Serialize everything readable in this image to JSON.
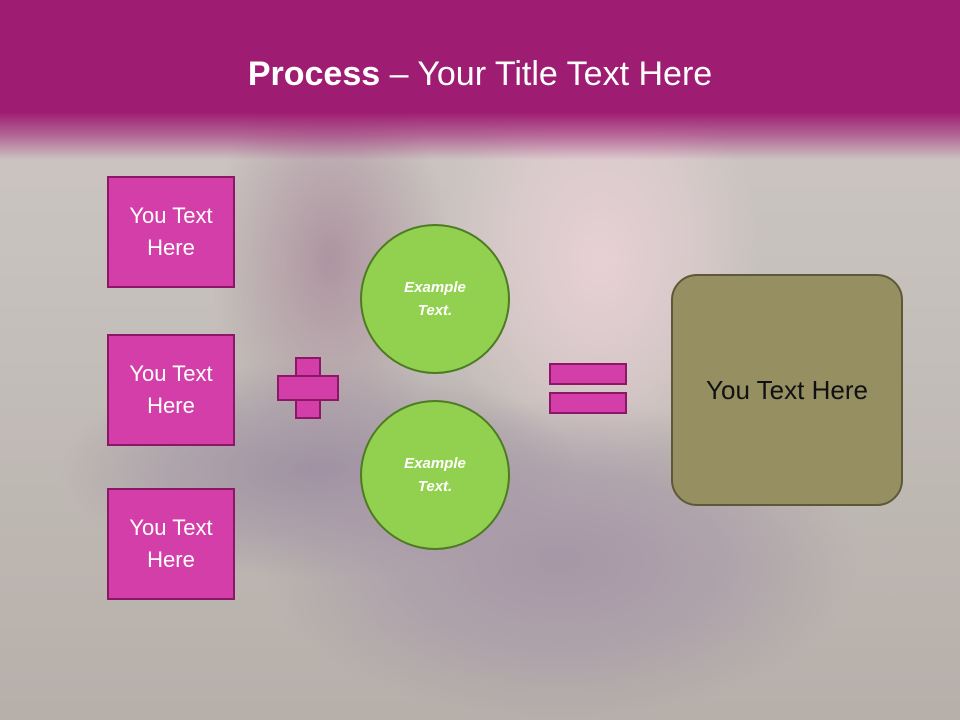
{
  "slide": {
    "title_bold": "Process",
    "title_rest": " – Your Title Text Here",
    "boxes": [
      "You Text Here",
      "You Text Here",
      "You Text Here"
    ],
    "circles": [
      "Example Text.",
      "Example Text."
    ],
    "result": "You Text Here"
  },
  "colors": {
    "header": "#9e1c72",
    "box": "#d43ea8",
    "circle": "#92d050",
    "result": "#958f62"
  }
}
